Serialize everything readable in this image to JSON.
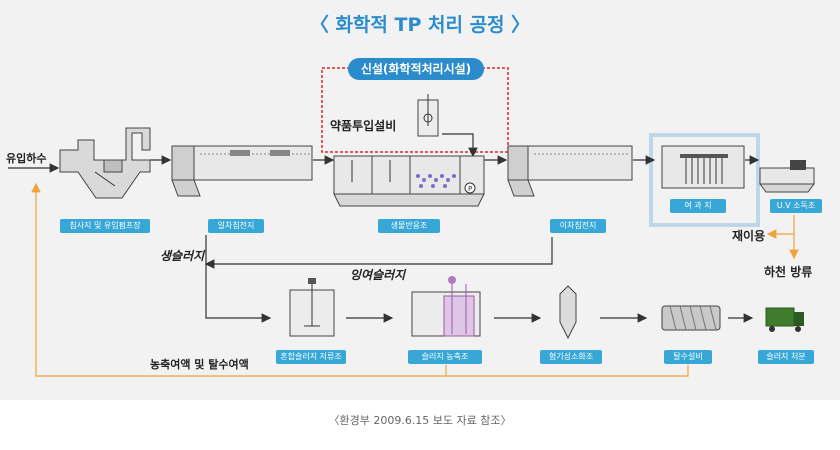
{
  "title": "〈 화학적 TP 처리 공정 〉",
  "caption": "〈환경부 2009.6.15 보도 자료 참조〉",
  "new_facility_label": "신설(화학적처리시설)",
  "chemical_feed_label": "약품투입설비",
  "inflow_label": "유입하수",
  "reuse_label": "재이용",
  "discharge_label": "하천 방류",
  "raw_sludge_label": "생슬러지",
  "excess_sludge_label": "잉여슬러지",
  "return_label": "농축여액 및 탈수여액",
  "units": {
    "grit": "침사지 및 유입펌프장",
    "primary": "일차침전지",
    "bioreactor": "생물반응조",
    "secondary": "이차침전지",
    "filter": "여 과 지",
    "uv": "U.V 소독조",
    "mix_tank": "혼합슬러지 저류조",
    "thickener": "슬러지 농축조",
    "digester": "혐기성소화조",
    "dewatering": "탈수설비",
    "disposal": "슬러지 처분"
  },
  "colors": {
    "title": "#2a8ccd",
    "label_bg": "#36a7d6",
    "new_border": "#e0262b",
    "flow_line": "#333333",
    "return_line": "#f0a33a",
    "filter_highlight": "#bcd7ea"
  }
}
